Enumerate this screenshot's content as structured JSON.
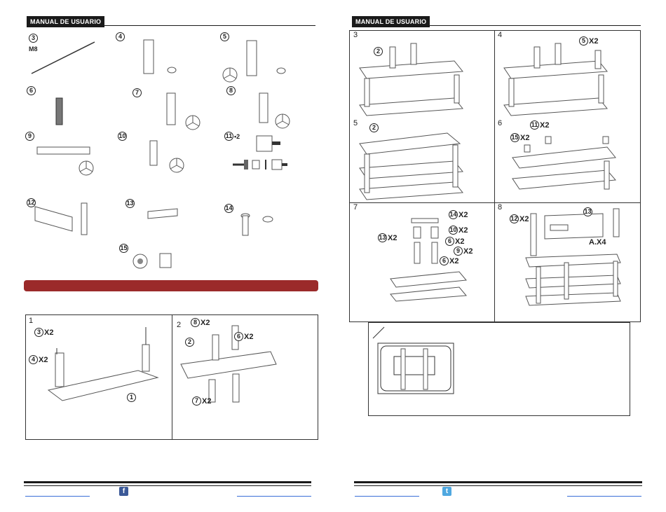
{
  "left_page": {
    "header": "MANUAL DE USUARIO",
    "parts": [
      {
        "num": "3",
        "sub": "M8"
      },
      {
        "num": "4"
      },
      {
        "num": "5"
      },
      {
        "num": "6"
      },
      {
        "num": "7"
      },
      {
        "num": "8"
      },
      {
        "num": "9"
      },
      {
        "num": "10"
      },
      {
        "num": "11",
        "qty": "•2"
      },
      {
        "num": "12"
      },
      {
        "num": "13"
      },
      {
        "num": "14"
      },
      {
        "num": "15"
      }
    ],
    "steps": [
      {
        "num": "1",
        "labels": [
          {
            "circ": "3",
            "qty": "X2"
          },
          {
            "circ": "4",
            "qty": "X2"
          },
          {
            "circ": "1",
            "qty": ""
          }
        ]
      },
      {
        "num": "2",
        "labels": [
          {
            "circ": "8",
            "qty": "X2"
          },
          {
            "circ": "6",
            "qty": "X2"
          },
          {
            "circ": "2",
            "qty": ""
          },
          {
            "circ": "7",
            "qty": "X2"
          }
        ]
      }
    ],
    "social_icon": "facebook-icon"
  },
  "right_page": {
    "header": "MANUAL DE USUARIO",
    "steps": [
      {
        "num": "3",
        "labels": [
          {
            "circ": "2",
            "qty": ""
          }
        ]
      },
      {
        "num": "4",
        "labels": [
          {
            "circ": "5",
            "qty": "X2"
          }
        ]
      },
      {
        "num": "5",
        "labels": [
          {
            "circ": "2",
            "qty": ""
          }
        ]
      },
      {
        "num": "6",
        "labels": [
          {
            "circ": "11",
            "qty": "X2"
          },
          {
            "circ": "15",
            "qty": "X2"
          }
        ]
      },
      {
        "num": "7",
        "labels": [
          {
            "circ": "14",
            "qty": "X2"
          },
          {
            "circ": "13",
            "qty": "X2"
          },
          {
            "circ": "10",
            "qty": "X2"
          },
          {
            "circ": "6",
            "qty": "X2"
          },
          {
            "circ": "9",
            "qty": "X2"
          },
          {
            "circ": "6",
            "qty": "X2"
          }
        ]
      },
      {
        "num": "8",
        "labels": [
          {
            "circ": "12",
            "qty": "X2"
          },
          {
            "circ": "13",
            "qty": ""
          },
          {
            "circ": "",
            "qty": "A.X4"
          }
        ]
      }
    ],
    "social_icon": "twitter-icon"
  },
  "colors": {
    "banner": "#9b2a2a",
    "facebook": "#3b5998",
    "twitter": "#4fa8e0",
    "link": "#3a6fd8"
  }
}
